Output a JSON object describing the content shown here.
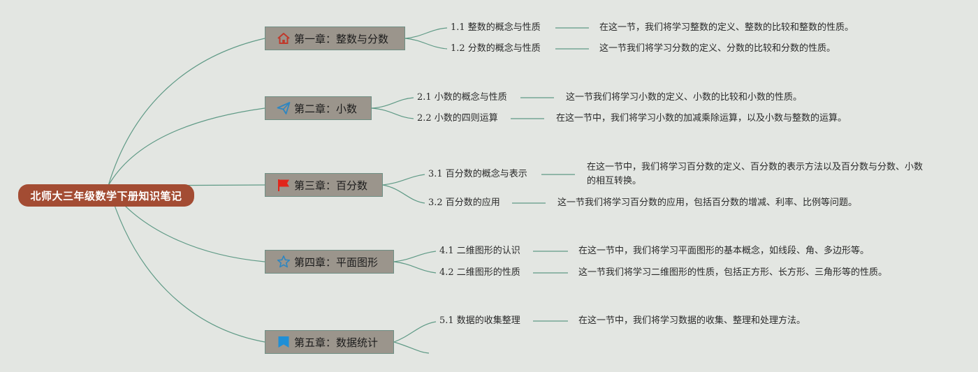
{
  "root": {
    "title": "北师大三年级数学下册知识笔记"
  },
  "chapters": [
    {
      "title": "第一章：整数与分数",
      "icon": "home-icon",
      "sections": [
        {
          "label": "1.1 整数的概念与性质",
          "desc": "在这一节，我们将学习整数的定义、整数的比较和整数的性质。"
        },
        {
          "label": "1.2 分数的概念与性质",
          "desc": "这一节我们将学习分数的定义、分数的比较和分数的性质。"
        }
      ]
    },
    {
      "title": "第二章：小数",
      "icon": "paper-plane-icon",
      "sections": [
        {
          "label": "2.1 小数的概念与性质",
          "desc": "这一节我们将学习小数的定义、小数的比较和小数的性质。"
        },
        {
          "label": "2.2 小数的四则运算",
          "desc": "在这一节中，我们将学习小数的加减乘除运算，以及小数与整数的运算。"
        }
      ]
    },
    {
      "title": "第三章：百分数",
      "icon": "red-flag-icon",
      "sections": [
        {
          "label": "3.1 百分数的概念与表示",
          "desc": "在这一节中，我们将学习百分数的定义、百分数的表示方法以及百分数与分数、小数的相互转换。"
        },
        {
          "label": "3.2 百分数的应用",
          "desc": "这一节我们将学习百分数的应用，包括百分数的增减、利率、比例等问题。"
        }
      ]
    },
    {
      "title": "第四章：平面图形",
      "icon": "star-icon",
      "sections": [
        {
          "label": "4.1 二维图形的认识",
          "desc": "在这一节中，我们将学习平面图形的基本概念，如线段、角、多边形等。"
        },
        {
          "label": "4.2 二维图形的性质",
          "desc": "这一节我们将学习二维图形的性质，包括正方形、长方形、三角形等的性质。"
        }
      ]
    },
    {
      "title": "第五章：数据统计",
      "icon": "blue-flag-icon",
      "sections": [
        {
          "label": "5.1 数据的收集整理",
          "desc": "在这一节中，我们将学习数据的收集、整理和处理方法。"
        }
      ]
    }
  ],
  "colors": {
    "background": "#e3e6e2",
    "root": "#a34c33",
    "chapter": "#9b958c",
    "connector": "#5f9a86",
    "home_icon": "#c0392b",
    "plane_icon": "#2e86c1",
    "red_flag": "#e0261b",
    "star_icon": "#2e86c1",
    "blue_flag": "#1f8fd6"
  }
}
